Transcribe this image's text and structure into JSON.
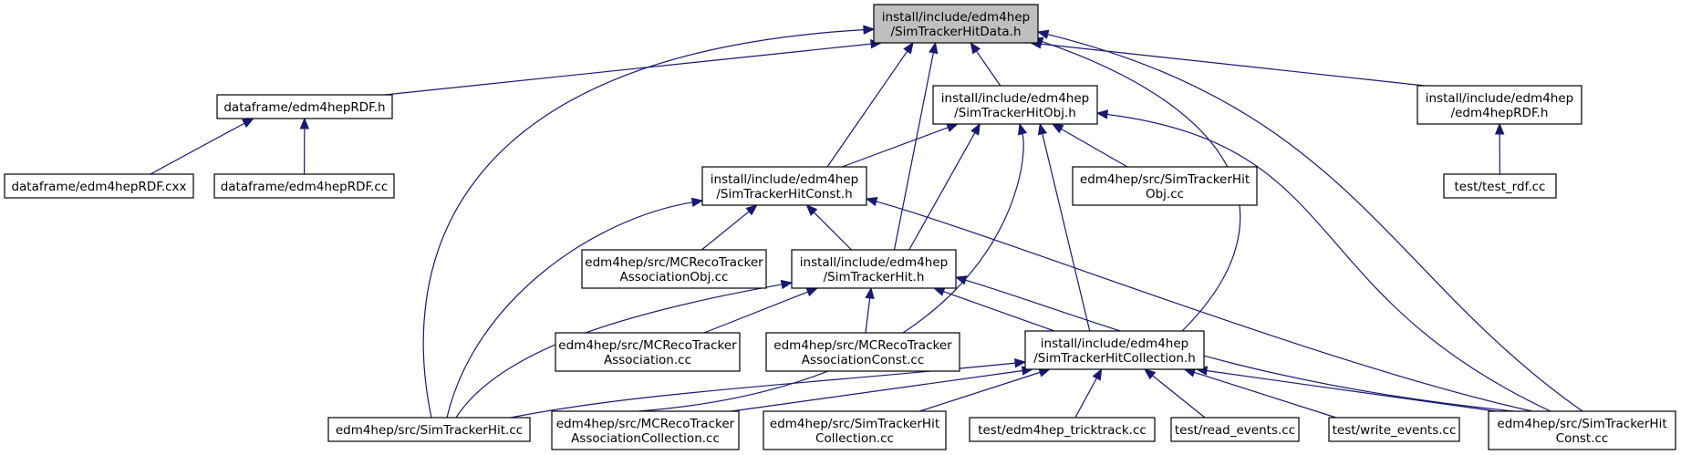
{
  "graph": {
    "nodes": [
      {
        "id": "root",
        "lines": [
          "install/include/edm4hep",
          "/SimTrackerHitData.h"
        ],
        "root": true
      },
      {
        "id": "dfh",
        "lines": [
          "dataframe/edm4hepRDF.h"
        ]
      },
      {
        "id": "obj_h",
        "lines": [
          "install/include/edm4hep",
          "/SimTrackerHitObj.h"
        ]
      },
      {
        "id": "rdf_h",
        "lines": [
          "install/include/edm4hep",
          "/edm4hepRDF.h"
        ]
      },
      {
        "id": "dfcxx",
        "lines": [
          "dataframe/edm4hepRDF.cxx"
        ]
      },
      {
        "id": "dfcc",
        "lines": [
          "dataframe/edm4hepRDF.cc"
        ]
      },
      {
        "id": "const_h",
        "lines": [
          "install/include/edm4hep",
          "/SimTrackerHitConst.h"
        ]
      },
      {
        "id": "obj_cc",
        "lines": [
          "edm4hep/src/SimTrackerHit",
          "Obj.cc"
        ]
      },
      {
        "id": "test_rdf",
        "lines": [
          "test/test_rdf.cc"
        ]
      },
      {
        "id": "mcobj",
        "lines": [
          "edm4hep/src/MCRecoTracker",
          "AssociationObj.cc"
        ]
      },
      {
        "id": "hit_h",
        "lines": [
          "install/include/edm4hep",
          "/SimTrackerHit.h"
        ]
      },
      {
        "id": "mcassoc",
        "lines": [
          "edm4hep/src/MCRecoTracker",
          "Association.cc"
        ]
      },
      {
        "id": "mcconst",
        "lines": [
          "edm4hep/src/MCRecoTracker",
          "AssociationConst.cc"
        ]
      },
      {
        "id": "coll_h",
        "lines": [
          "install/include/edm4hep",
          "/SimTrackerHitCollection.h"
        ]
      },
      {
        "id": "hit_cc",
        "lines": [
          "edm4hep/src/SimTrackerHit.cc"
        ]
      },
      {
        "id": "mccoll",
        "lines": [
          "edm4hep/src/MCRecoTracker",
          "AssociationCollection.cc"
        ]
      },
      {
        "id": "coll_cc",
        "lines": [
          "edm4hep/src/SimTrackerHit",
          "Collection.cc"
        ]
      },
      {
        "id": "tricktrack",
        "lines": [
          "test/edm4hep_tricktrack.cc"
        ]
      },
      {
        "id": "read",
        "lines": [
          "test/read_events.cc"
        ]
      },
      {
        "id": "write",
        "lines": [
          "test/write_events.cc"
        ]
      },
      {
        "id": "const_cc",
        "lines": [
          "edm4hep/src/SimTrackerHit",
          "Const.cc"
        ]
      }
    ],
    "edges": [
      {
        "from": "dfh",
        "to": "root"
      },
      {
        "from": "hit_cc",
        "to": "root"
      },
      {
        "from": "const_h",
        "to": "root"
      },
      {
        "from": "hit_h",
        "to": "root"
      },
      {
        "from": "obj_h",
        "to": "root"
      },
      {
        "from": "coll_h",
        "to": "root"
      },
      {
        "from": "rdf_h",
        "to": "root"
      },
      {
        "from": "const_cc",
        "to": "root"
      },
      {
        "from": "dfcxx",
        "to": "dfh"
      },
      {
        "from": "dfcc",
        "to": "dfh"
      },
      {
        "from": "test_rdf",
        "to": "rdf_h"
      },
      {
        "from": "const_h",
        "to": "obj_h"
      },
      {
        "from": "hit_h",
        "to": "obj_h"
      },
      {
        "from": "mccoll",
        "to": "obj_h"
      },
      {
        "from": "coll_h",
        "to": "obj_h"
      },
      {
        "from": "obj_cc",
        "to": "obj_h"
      },
      {
        "from": "const_cc",
        "to": "obj_h"
      },
      {
        "from": "hit_cc",
        "to": "const_h"
      },
      {
        "from": "mcobj",
        "to": "const_h"
      },
      {
        "from": "hit_h",
        "to": "const_h"
      },
      {
        "from": "const_cc",
        "to": "const_h"
      },
      {
        "from": "hit_cc",
        "to": "hit_h"
      },
      {
        "from": "mcassoc",
        "to": "hit_h"
      },
      {
        "from": "mcconst",
        "to": "hit_h"
      },
      {
        "from": "coll_h",
        "to": "hit_h"
      },
      {
        "from": "const_cc",
        "to": "hit_h"
      },
      {
        "from": "hit_cc",
        "to": "coll_h"
      },
      {
        "from": "mccoll",
        "to": "coll_h"
      },
      {
        "from": "coll_cc",
        "to": "coll_h"
      },
      {
        "from": "tricktrack",
        "to": "coll_h"
      },
      {
        "from": "read",
        "to": "coll_h"
      },
      {
        "from": "write",
        "to": "coll_h"
      },
      {
        "from": "const_cc",
        "to": "coll_h"
      }
    ]
  }
}
